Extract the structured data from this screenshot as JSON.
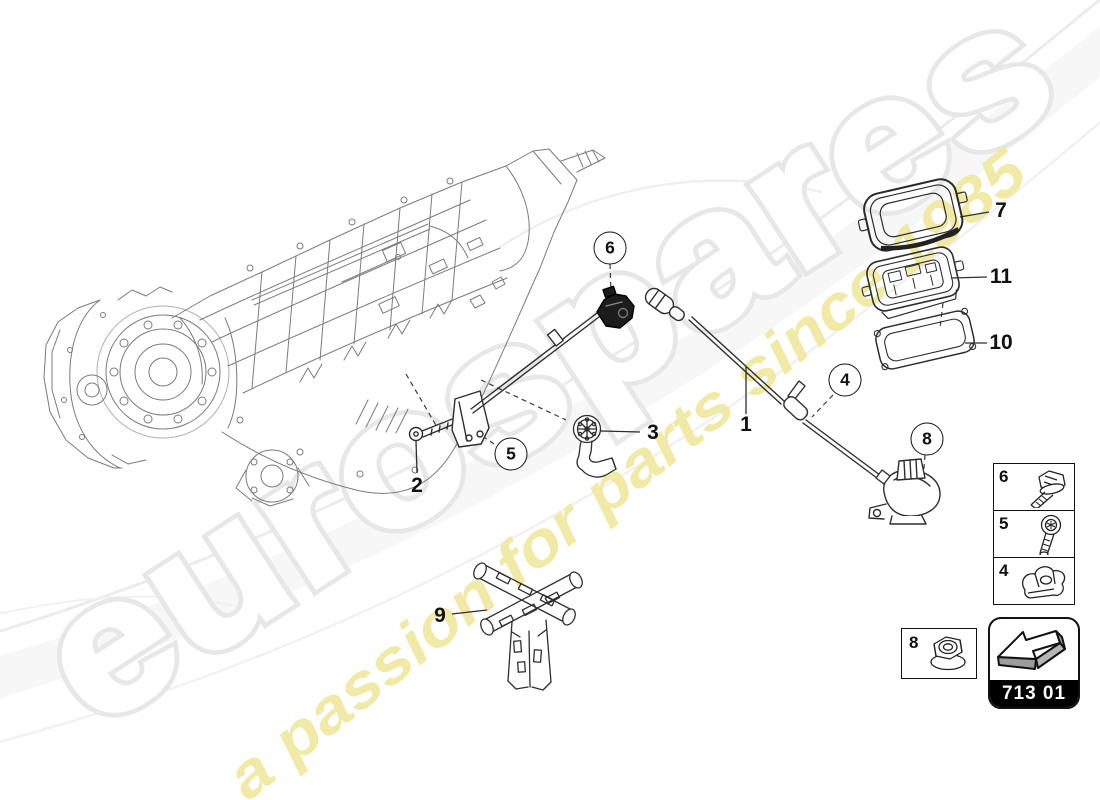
{
  "watermark": {
    "brand": "eurospares",
    "tagline": "a passion for parts since 1985",
    "brand_rim_color": "#e7e7e7",
    "tagline_color": "#eee89c"
  },
  "diagram": {
    "description": "selector mechanism exploded parts diagram",
    "callouts_circled": {
      "c4": "4",
      "c5": "5",
      "c6": "6",
      "c8": "8"
    },
    "callouts_plain": {
      "p1": "1",
      "p2": "2",
      "p3": "3",
      "p7": "7",
      "p9": "9",
      "p10": "10",
      "p11": "11"
    }
  },
  "legend": {
    "column_items": [
      {
        "num": "6",
        "icon": "flange-bolt-icon"
      },
      {
        "num": "5",
        "icon": "torx-screw-icon"
      },
      {
        "num": "4",
        "icon": "cable-clamp-icon"
      }
    ],
    "nut_item": {
      "num": "8",
      "icon": "flange-nut-icon"
    },
    "badge": {
      "code": "713 01",
      "icon": "direction-arrow-icon"
    }
  },
  "colors": {
    "line_art_dark": "#2e2e2e",
    "line_art_light": "#7b7b7b",
    "callout_stroke": "#111111",
    "badge_band": "#000000"
  }
}
